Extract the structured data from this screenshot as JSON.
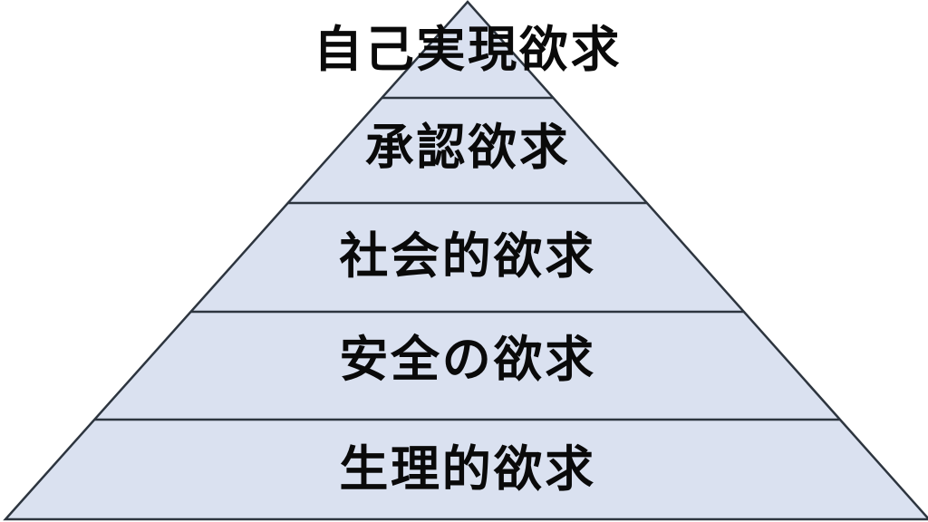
{
  "diagram": {
    "type": "pyramid",
    "levels": [
      {
        "label": "自己実現欲求"
      },
      {
        "label": "承認欲求"
      },
      {
        "label": "社会的欲求"
      },
      {
        "label": "安全の欲求"
      },
      {
        "label": "生理的欲求"
      }
    ],
    "colors": {
      "fill": "#dae1f0",
      "stroke": "#2d353f",
      "label": "#0a0a0a",
      "background": "#ffffff"
    }
  }
}
